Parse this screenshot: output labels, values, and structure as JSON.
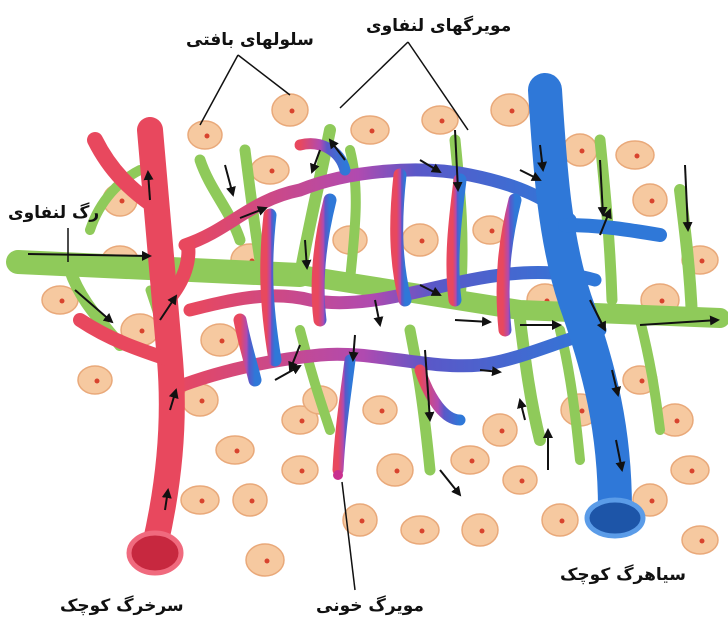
{
  "labels": {
    "tissue_cells": "سلولهای بافتی",
    "lymph_capillaries": "مویرگهای لنفاوی",
    "lymph_vessel": "رگ لنفاوی",
    "small_vein": "سیاهرگ کوچک",
    "small_artery": "سرخرگ کوچک",
    "blood_capillary": "مویرگ خونی"
  },
  "colors": {
    "artery": "#e8485e",
    "vein": "#2f78d8",
    "capillary_mix": "#8a4fc0",
    "lymph": "#8fca5a",
    "cell": "#f6c9a0",
    "nucleus": "#d8432e"
  }
}
